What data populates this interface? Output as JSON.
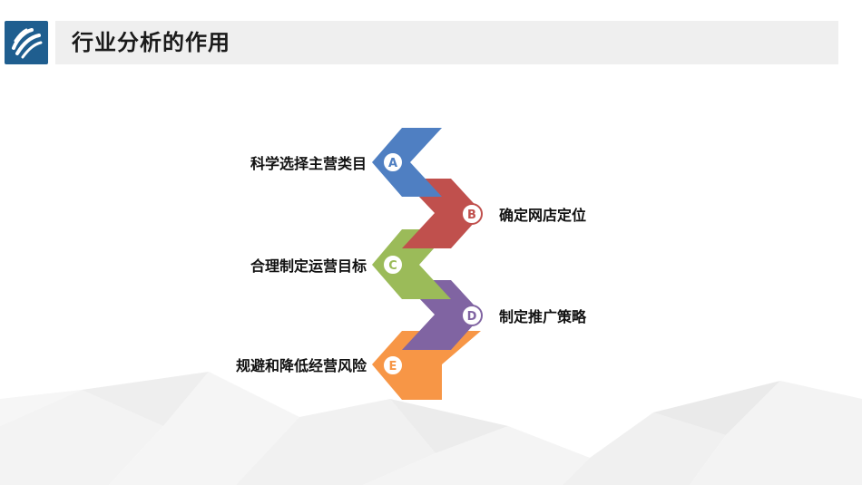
{
  "header": {
    "title": "行业分析的作用",
    "logo_icon": "stripes-logo-icon"
  },
  "colors": {
    "brand": "#1f5e8f",
    "steps": [
      "#4f7fc2",
      "#c0504d",
      "#9bbb59",
      "#8064a2",
      "#f79646"
    ]
  },
  "steps": [
    {
      "letter": "A",
      "label": "科学选择主营类目"
    },
    {
      "letter": "B",
      "label": "确定网店定位"
    },
    {
      "letter": "C",
      "label": "合理制定运营目标"
    },
    {
      "letter": "D",
      "label": "制定推广策略"
    },
    {
      "letter": "E",
      "label": "规避和降低经营风险"
    }
  ]
}
